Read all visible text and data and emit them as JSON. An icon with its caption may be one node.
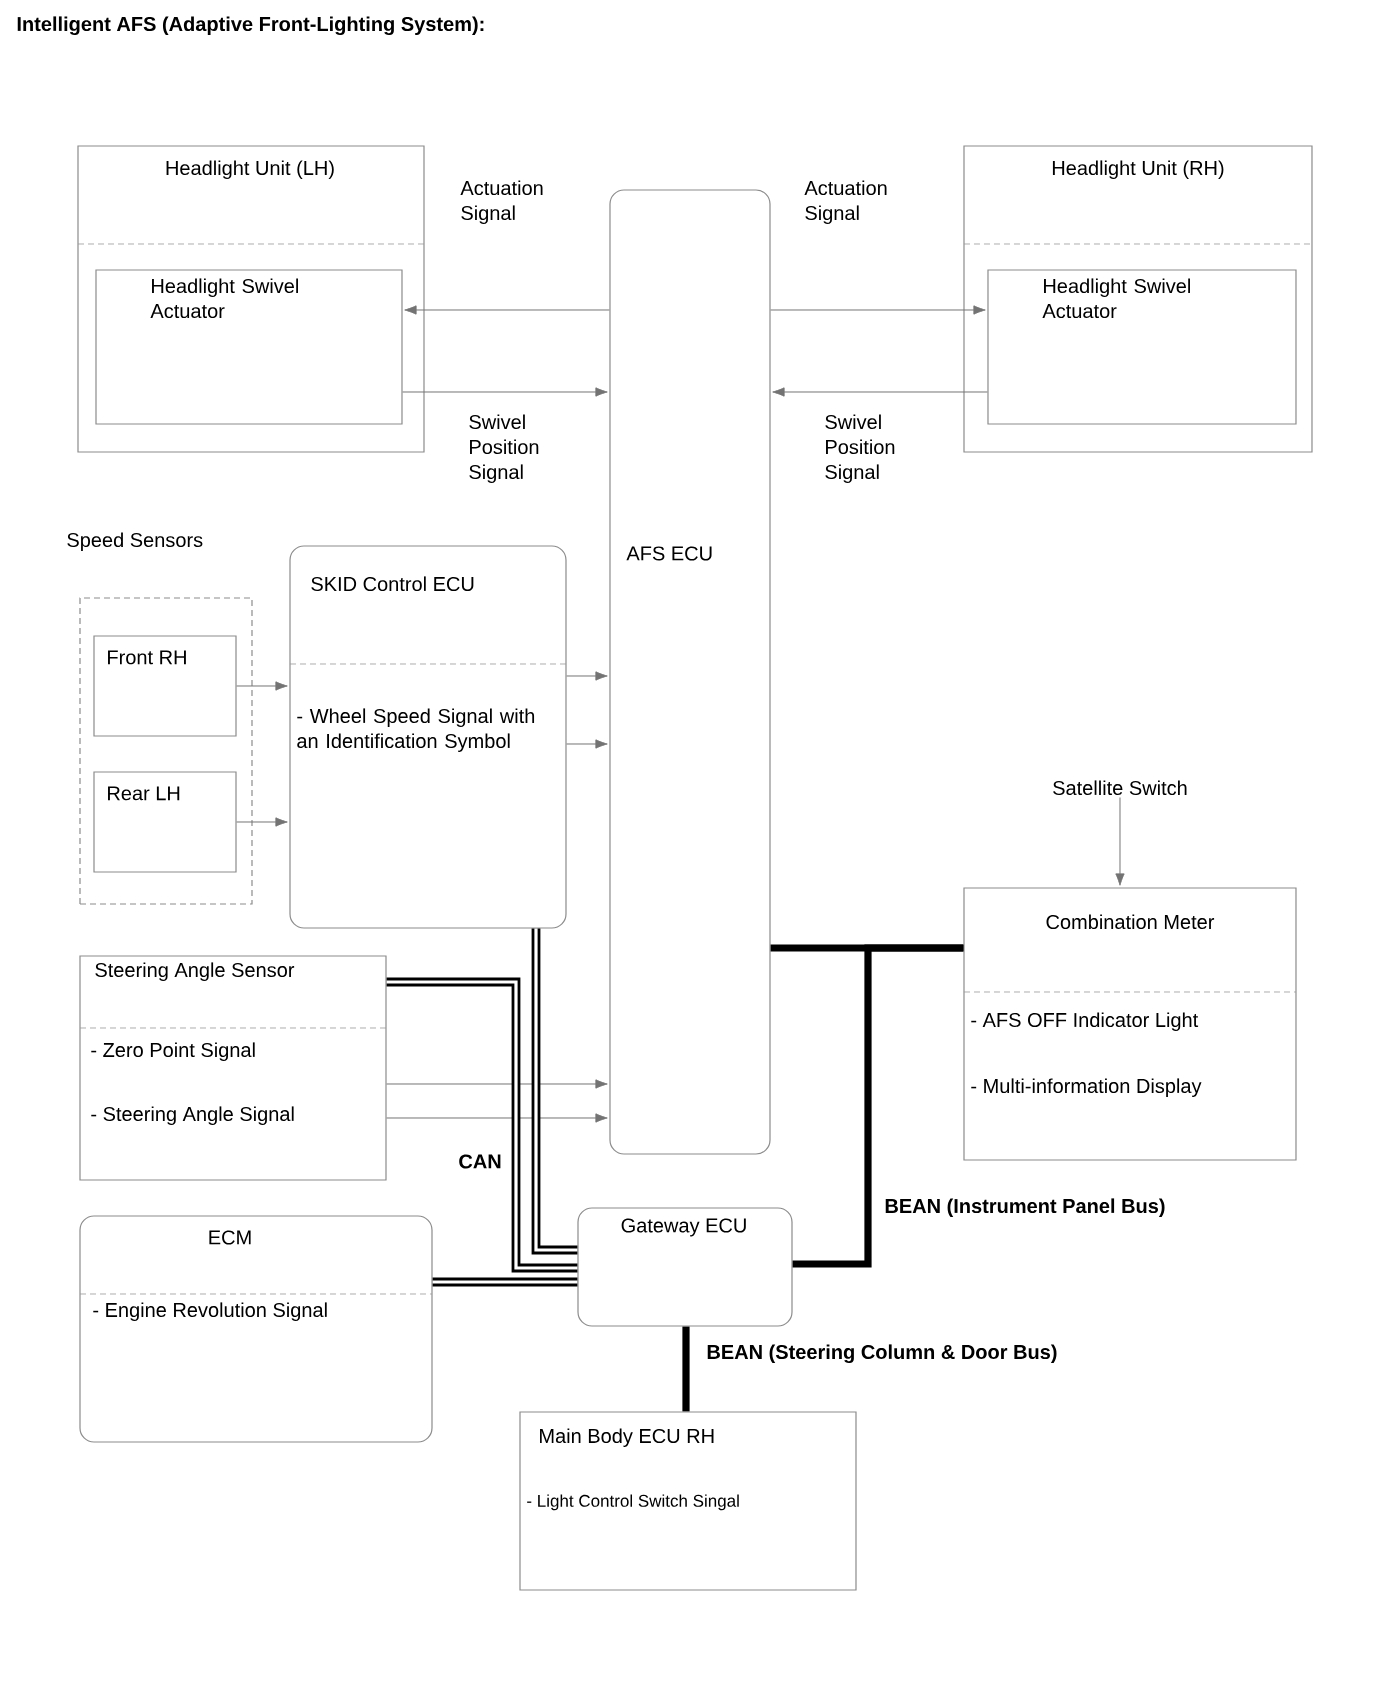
{
  "diagram": {
    "title": "Intelligent AFS (Adaptive Front-Lighting System):",
    "nodes": [
      {
        "text": [
          "Headlight Unit (LH)"
        ]
      },
      {
        "text": [
          "Headlight Swivel Actuator"
        ],
        "in": 0
      },
      {
        "text": [
          "AFS ECU"
        ]
      },
      {
        "text": [
          "Headlight Unit (RH)"
        ]
      },
      {
        "text": [
          "Headlight Swivel Actuator"
        ],
        "in": 3
      },
      {
        "text": [
          "Speed Sensors"
        ]
      },
      {
        "text": [
          "Front RH"
        ],
        "in": 5
      },
      {
        "text": [
          "Rear LH"
        ],
        "in": 5
      },
      {
        "text": [
          "SKID Control ECU",
          "- Wheel Speed Signal with an Identification Symbol"
        ]
      },
      {
        "text": [
          "Steering Angle Sensor",
          "- Zero Point Signal",
          "- Steering Angle Signal"
        ]
      },
      {
        "text": [
          "ECM",
          "- Engine Revolution Signal"
        ]
      },
      {
        "text": [
          "Gateway ECU"
        ]
      },
      {
        "text": [
          "Combination Meter",
          "- AFS OFF Indicator Light",
          "- Multi-information Display"
        ]
      },
      {
        "text": [
          "Satellite Switch"
        ]
      },
      {
        "text": [
          "Main Body ECU RH",
          "- Light Control Switch Singal"
        ]
      }
    ],
    "edges": [
      {
        "from": 2,
        "to": 1,
        "arrow": "to",
        "label": "Actuation Signal"
      },
      {
        "from": 1,
        "to": 2,
        "arrow": "to",
        "label": "Swivel Position Signal"
      },
      {
        "from": 2,
        "to": 4,
        "arrow": "to",
        "label": "Actuation Signal"
      },
      {
        "from": 4,
        "to": 2,
        "arrow": "to",
        "label": "Swivel Position Signal"
      },
      {
        "from": 6,
        "to": 8,
        "arrow": "to"
      },
      {
        "from": 7,
        "to": 8,
        "arrow": "to"
      },
      {
        "from": 8,
        "to": 2,
        "arrow": "to"
      },
      {
        "from": 8,
        "to": 2,
        "arrow": "to"
      },
      {
        "from": 9,
        "to": 2,
        "arrow": "to"
      },
      {
        "from": 9,
        "to": 2,
        "arrow": "to"
      },
      {
        "from": 13,
        "to": 12,
        "arrow": "to"
      },
      {
        "from": 8,
        "to": 11,
        "arrow": "none",
        "style": "thick",
        "color": "#000000",
        "label": "CAN"
      },
      {
        "from": 9,
        "to": 11,
        "arrow": "none",
        "style": "thick",
        "color": "#000000"
      },
      {
        "from": 10,
        "to": 11,
        "arrow": "none",
        "style": "thick",
        "color": "#000000"
      },
      {
        "from": 2,
        "to": 12,
        "arrow": "none",
        "style": "thick",
        "color": "#000000"
      },
      {
        "from": 11,
        "to": 12,
        "arrow": "none",
        "style": "thick",
        "color": "#000000",
        "label": "BEAN (Instrument Panel Bus)"
      },
      {
        "from": 11,
        "to": 14,
        "arrow": "none",
        "style": "thick",
        "color": "#000000",
        "label": "BEAN (Steering Column & Door Bus)"
      }
    ]
  }
}
